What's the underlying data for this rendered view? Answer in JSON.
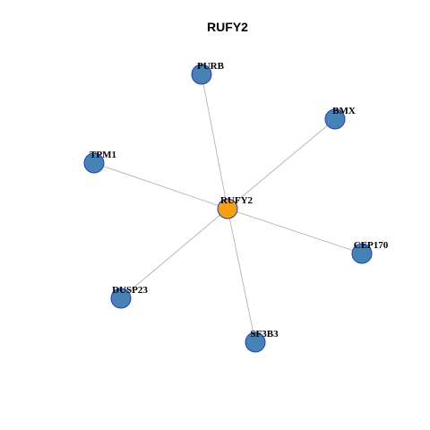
{
  "title": "RUFY2",
  "colors": {
    "center_node": "#f5a10f",
    "neighbor_node": "#4682b4",
    "node_border": "#1f3fbf",
    "edge": "#b3b3b3"
  },
  "center": "RUFY2",
  "nodes": [
    {
      "id": "RUFY2",
      "label": "RUFY2",
      "role": "center"
    },
    {
      "id": "PURB",
      "label": "PURB",
      "role": "neighbor"
    },
    {
      "id": "BMX",
      "label": "BMX",
      "role": "neighbor"
    },
    {
      "id": "TPM1",
      "label": "TPM1",
      "role": "neighbor"
    },
    {
      "id": "CEP170",
      "label": "CEP170",
      "role": "neighbor"
    },
    {
      "id": "DUSP23",
      "label": "DUSP23",
      "role": "neighbor"
    },
    {
      "id": "SF3B3",
      "label": "SF3B3",
      "role": "neighbor"
    }
  ],
  "edges": [
    {
      "source": "RUFY2",
      "target": "PURB"
    },
    {
      "source": "RUFY2",
      "target": "BMX"
    },
    {
      "source": "RUFY2",
      "target": "TPM1"
    },
    {
      "source": "RUFY2",
      "target": "CEP170"
    },
    {
      "source": "RUFY2",
      "target": "DUSP23"
    },
    {
      "source": "RUFY2",
      "target": "SF3B3"
    }
  ]
}
